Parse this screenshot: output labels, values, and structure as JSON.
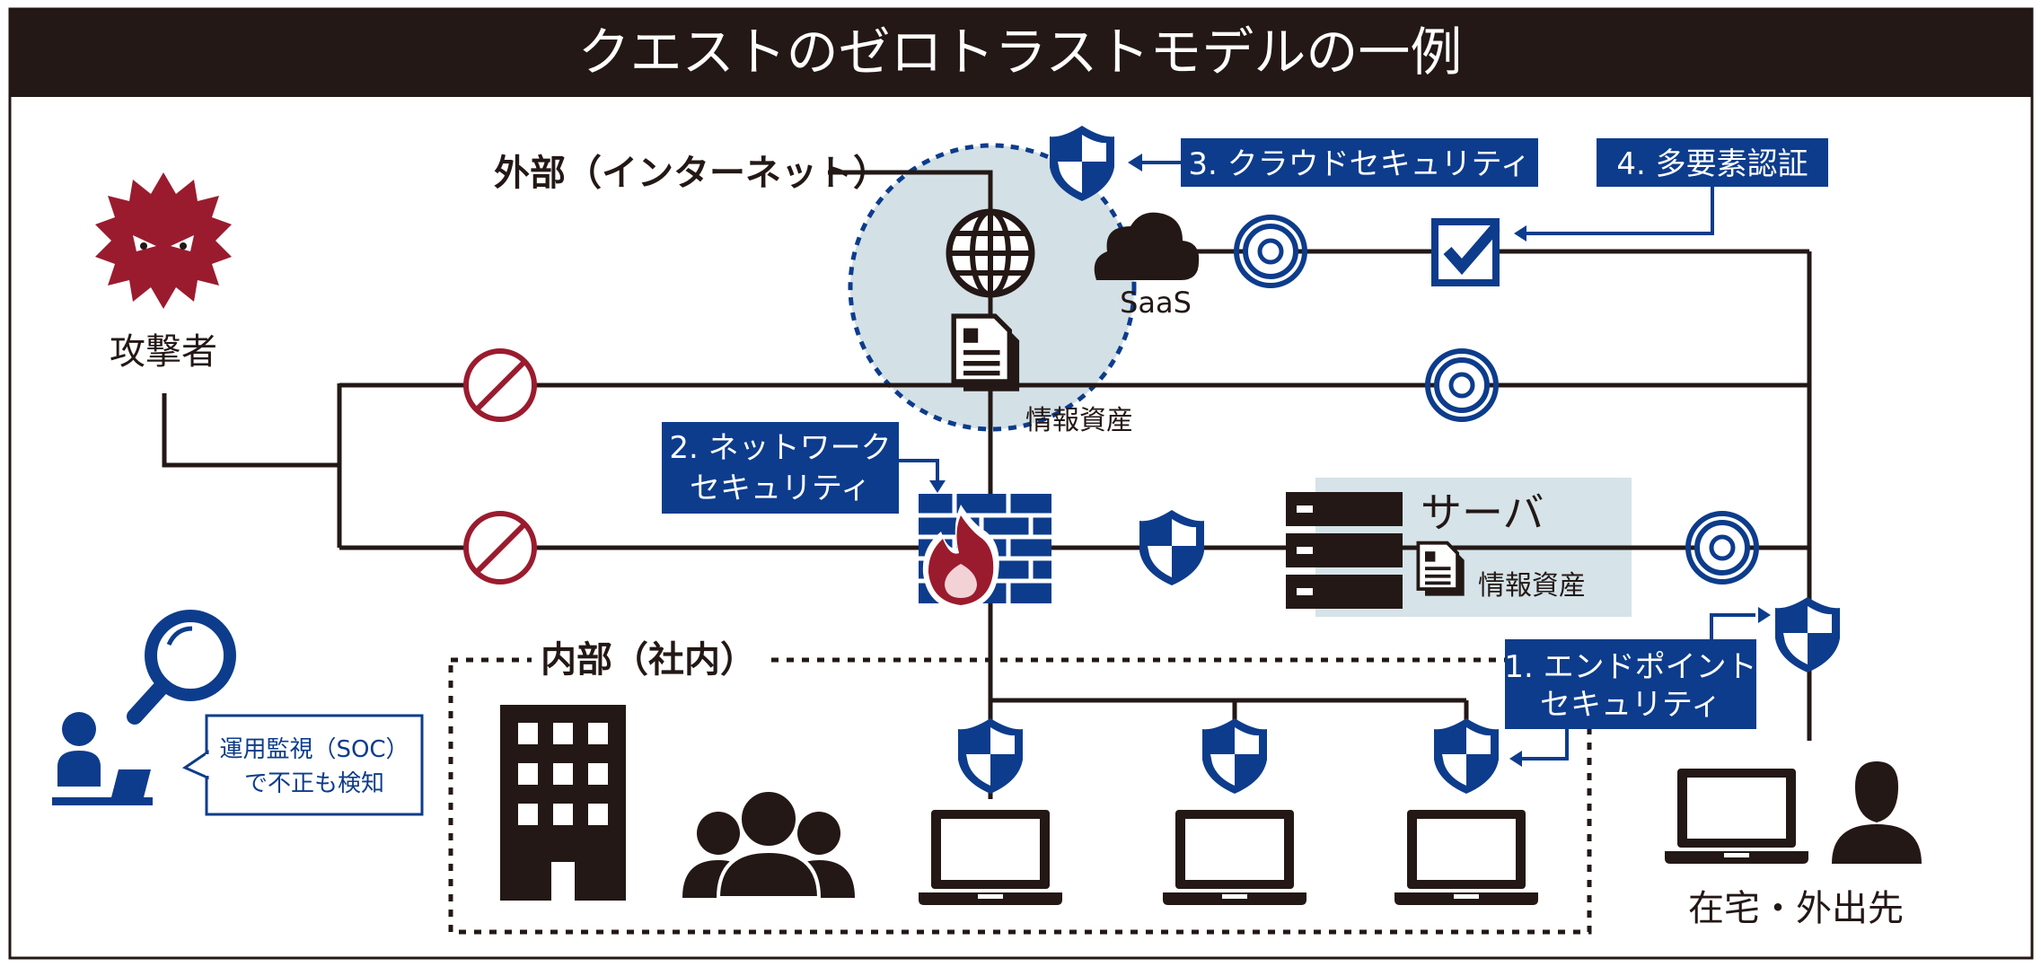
{
  "title": "クエストのゼロトラストモデルの一例",
  "labels": {
    "attacker": "攻撃者",
    "external": "外部（インターネット）",
    "saas": "SaaS",
    "info_asset": "情報資産",
    "info_asset_server": "情報資産",
    "server": "サーバ",
    "internal": "内部（社内）",
    "remote": "在宅・外出先"
  },
  "callouts": {
    "endpoint_line1": "1. エンドポイント",
    "endpoint_line2": "セキュリティ",
    "network_line1": "2. ネットワーク",
    "network_line2": "セキュリティ",
    "cloud": "3. クラウドセキュリティ",
    "mfa": "4. 多要素認証"
  },
  "soc": {
    "line1": "運用監視（SOC）",
    "line2": "で不正も検知"
  },
  "colors": {
    "navy": "#0d3c8c",
    "dark": "#231815",
    "red": "#9b1b2e",
    "cloud_bg": "#d3e0e6",
    "server_bg": "#d6e3e8"
  },
  "icons": [
    "virus-icon",
    "globe-icon",
    "cloud-icon",
    "document-icon",
    "shield-icon",
    "firewall-icon",
    "flame-icon",
    "server-icon",
    "checkbox-icon",
    "target-icon",
    "prohibited-icon",
    "magnifier-icon",
    "person-icon",
    "laptop-icon",
    "building-icon",
    "group-icon"
  ]
}
